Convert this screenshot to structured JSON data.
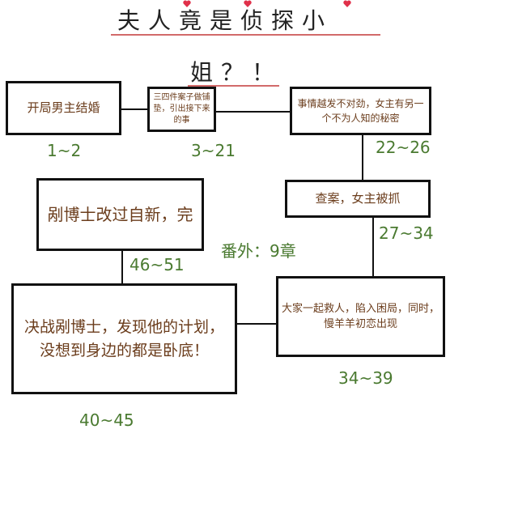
{
  "title": {
    "line1": "夫人竟是侦探小",
    "line2": "姐？！"
  },
  "nodes": [
    {
      "text": "开局男主结婚",
      "range": "1~2"
    },
    {
      "text": "三四件案子做铺垫，引出接下来的事",
      "range": "3~21"
    },
    {
      "text": "事情越发不对劲，女主有另一个不为人知的秘密",
      "range": "22~26"
    },
    {
      "text": "查案，女主被抓",
      "range": "27~34"
    },
    {
      "text": "大家一起救人，陷入困局，同时，慢羊羊初恋出现",
      "range": "34~39"
    },
    {
      "text": "决战剐博士，发现他的计划，没想到身边的都是卧底！",
      "range": "40~45"
    },
    {
      "text": "剐博士改过自新，完",
      "range": "46~51"
    }
  ],
  "extra": "番外：9章",
  "colors": {
    "text": "#6b3d1c",
    "range": "#4a7a30",
    "accent": "#d26a6a"
  }
}
